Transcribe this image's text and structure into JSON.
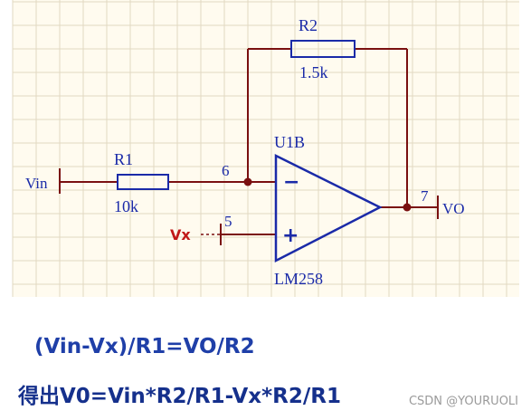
{
  "schematic": {
    "input_label": "Vin",
    "r1": {
      "name": "R1",
      "value": "10k"
    },
    "r2": {
      "name": "R2",
      "value": "1.5k"
    },
    "node_inverting": "6",
    "node_noninverting": "5",
    "node_output": "7",
    "opamp": {
      "designator": "U1B",
      "part": "LM258",
      "minus_symbol": "−",
      "plus_symbol": "+"
    },
    "vx_label": "Vx",
    "output_label": "VO"
  },
  "equations": {
    "line1": "(Vin-Vx)/R1=VO/R2",
    "line2": "得出V0=Vin*R2/R1-Vx*R2/R1"
  },
  "watermark": "CSDN @YOURUOLI",
  "colors": {
    "grid_background": "#fffbef",
    "grid_line": "#e2d8c2",
    "wire": "#7a1010",
    "opamp": "#1a2aa8",
    "component_text": "#1a2aa8",
    "equation_text": "#1f3fa8",
    "vx_text": "#c01818"
  }
}
